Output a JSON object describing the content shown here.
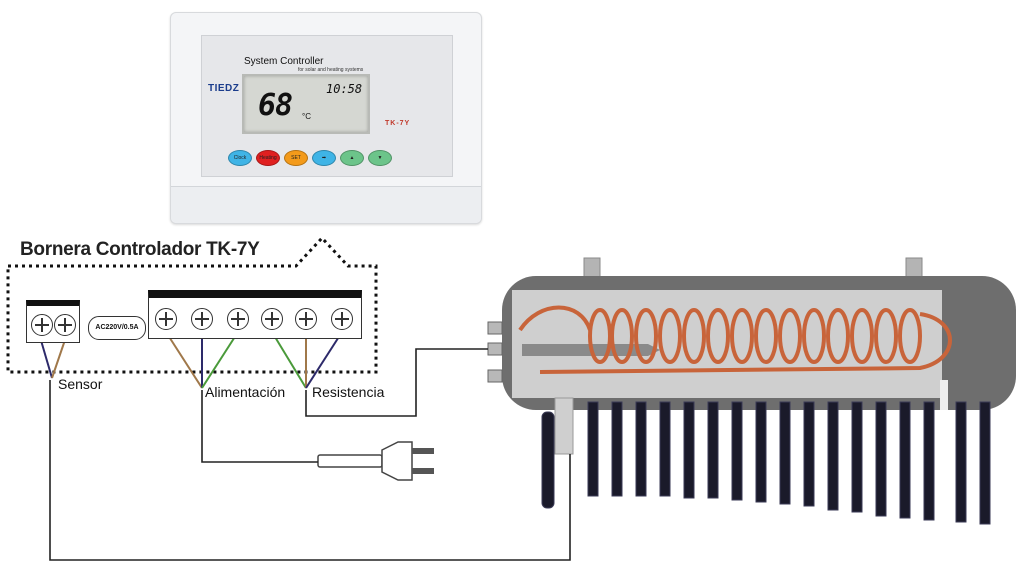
{
  "diagram": {
    "title": "Bornera Controlador TK-7Y",
    "labels": {
      "sensor": "Sensor",
      "power": "Alimentación",
      "heater": "Resistencia"
    },
    "fuse_label": "AC220V/0.5A"
  },
  "controller": {
    "panel_title": "System Controller",
    "panel_subtitle": "for solar and heating systems",
    "brand": "TIEDZ",
    "temperature": "68",
    "temperature_unit": "°C",
    "time": "10:58",
    "model": "TK-7Y",
    "buttons": [
      {
        "label": "Clock",
        "color": "#3fb4e6"
      },
      {
        "label": "Heating",
        "color": "#e02020"
      },
      {
        "label": "SET",
        "color": "#f39a1a"
      },
      {
        "label": "➡",
        "color": "#3fb4e6"
      },
      {
        "label": "▲",
        "color": "#6cc48a"
      },
      {
        "label": "▼",
        "color": "#6cc48a"
      }
    ]
  },
  "colors": {
    "wire_brown": "#a0784a",
    "wire_green": "#4a9a3a",
    "wire_blue": "#2d2a6a",
    "coil": "#c8643a",
    "tank": "#6e6e6e"
  }
}
